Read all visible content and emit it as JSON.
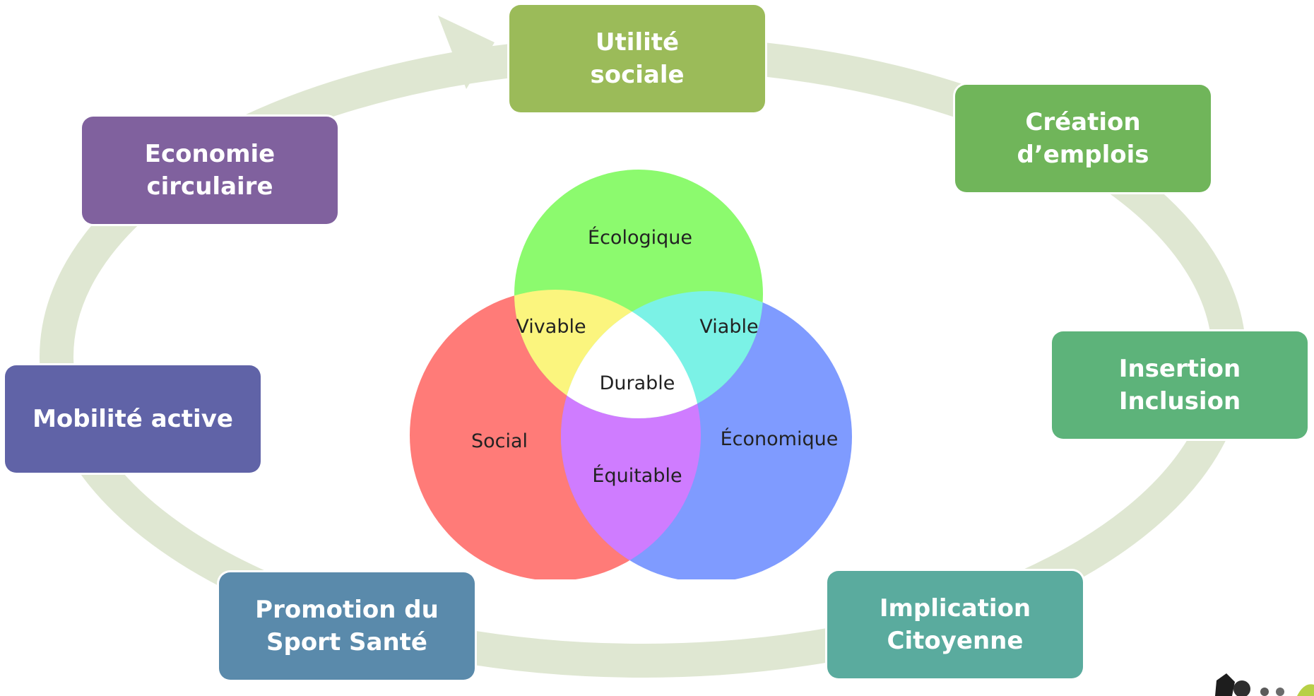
{
  "cycle": {
    "arrow_color": "#dfe7d2",
    "steps": [
      {
        "id": "utilite",
        "label": "Utilité\nsociale",
        "color": "#9bbb59"
      },
      {
        "id": "creation",
        "label": "Création\nd’emplois",
        "color": "#70b55a"
      },
      {
        "id": "insertion",
        "label": "Insertion\nInclusion",
        "color": "#5db37a"
      },
      {
        "id": "implication",
        "label": "Implication\nCitoyenne",
        "color": "#5aab9e"
      },
      {
        "id": "sport",
        "label": "Promotion du\nSport Santé",
        "color": "#5a8aab"
      },
      {
        "id": "mobilite",
        "label": "Mobilité active",
        "color": "#6063a7"
      },
      {
        "id": "economie",
        "label": "Economie\ncirculaire",
        "color": "#80619e"
      }
    ]
  },
  "venn": {
    "circles": {
      "ecologique": {
        "label": "Écologique",
        "color": "#8cfa6e"
      },
      "social": {
        "label": "Social",
        "color": "#ff7b78"
      },
      "economique": {
        "label": "Économique",
        "color": "#7f9bff"
      }
    },
    "overlaps": {
      "vivable": {
        "label": "Vivable",
        "color": "#fbf57e"
      },
      "viable": {
        "label": "Viable",
        "color": "#7bf2e6"
      },
      "equitable": {
        "label": "Équitable",
        "color": "#cf7cff"
      },
      "durable": {
        "label": "Durable",
        "color": "#ffffff"
      }
    }
  }
}
